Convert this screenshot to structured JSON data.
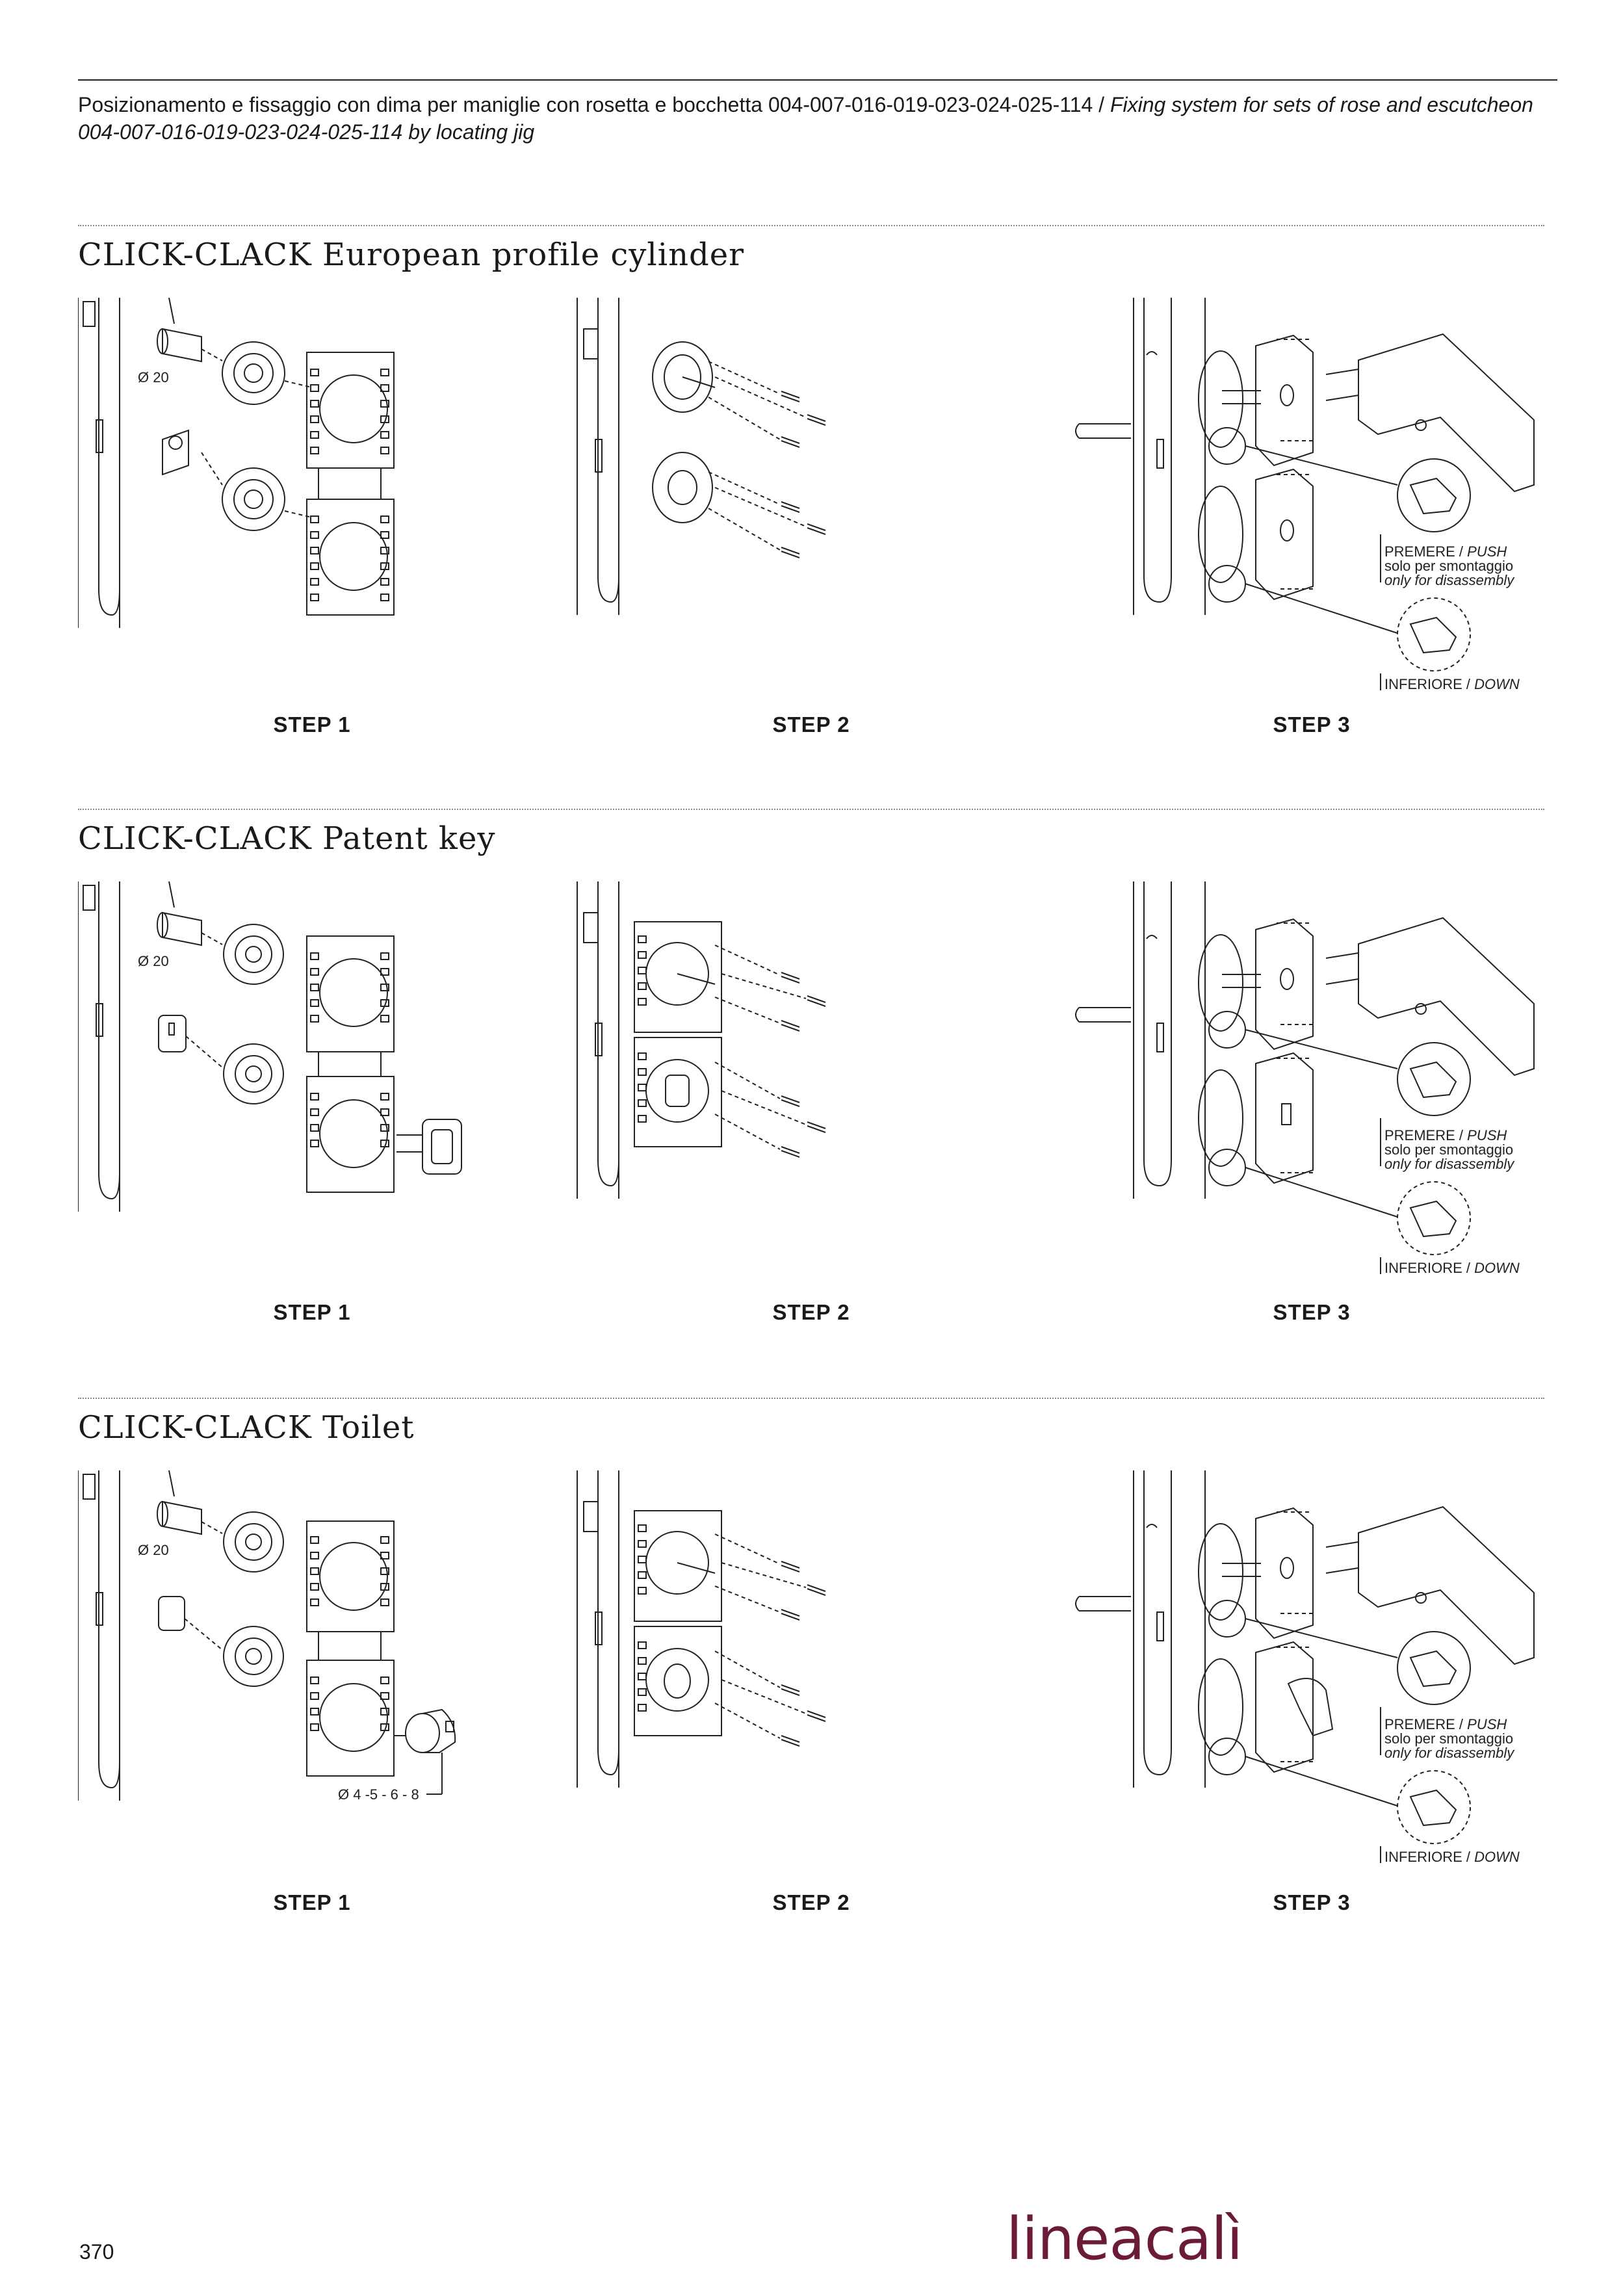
{
  "header": {
    "text_it": "Posizionamento e fissaggio con dima per maniglie con rosetta e bocchetta 004-007-016-019-023-024-025-114 / ",
    "text_en": "Fixing system for sets of rose and escutcheon 004-007-016-019-023-024-025-114 by locating jig"
  },
  "sections": [
    {
      "title": "CLICK-CLACK European profile cylinder",
      "diameter_label": "Ø 20",
      "steps": [
        "STEP 1",
        "STEP 2",
        "STEP 3"
      ],
      "push_label": "PREMERE / ",
      "push_label_en": "PUSH",
      "disassembly_it": "solo per smontaggio",
      "disassembly_en": "only for disassembly",
      "down_label": "INFERIORE / ",
      "down_label_en": "DOWN"
    },
    {
      "title": "CLICK-CLACK Patent key",
      "diameter_label": "Ø 20",
      "steps": [
        "STEP 1",
        "STEP 2",
        "STEP 3"
      ],
      "push_label": "PREMERE / ",
      "push_label_en": "PUSH",
      "disassembly_it": "solo per smontaggio",
      "disassembly_en": "only for disassembly",
      "down_label": "INFERIORE / ",
      "down_label_en": "DOWN"
    },
    {
      "title": "CLICK-CLACK Toilet",
      "diameter_label": "Ø 20",
      "toilet_diameter_label": "Ø 4 -5 - 6 - 8",
      "steps": [
        "STEP 1",
        "STEP 2",
        "STEP 3"
      ],
      "push_label": "PREMERE / ",
      "push_label_en": "PUSH",
      "disassembly_it": "solo per smontaggio",
      "disassembly_en": "only for disassembly",
      "down_label": "INFERIORE / ",
      "down_label_en": "DOWN"
    }
  ],
  "footer": {
    "page_number": "370",
    "brand": "lineacalì",
    "brand_color": "#6b1a3a"
  }
}
